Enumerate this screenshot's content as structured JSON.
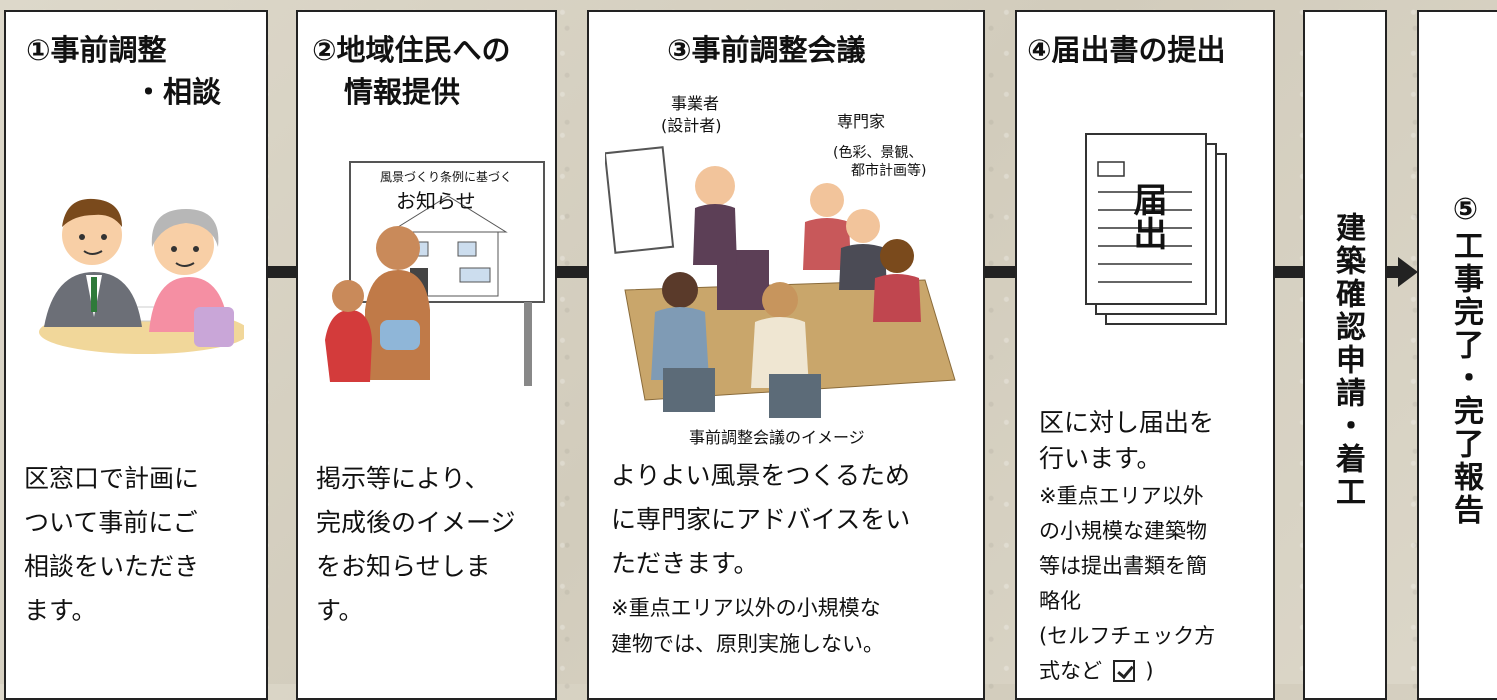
{
  "steps": [
    {
      "title_line1": "①事前調整",
      "title_line2": "・相談",
      "body": [
        "区窓口で計画に",
        "ついて事前にご",
        "相談をいただき",
        "ます。"
      ]
    },
    {
      "title_line1": "②地域住民への",
      "title_line2": "情報提供",
      "sign_top": "風景づくり条例に基づく",
      "sign_main": "お知らせ",
      "body": [
        "掲示等により、",
        "完成後のイメージ",
        "をお知らせしま",
        "す。"
      ]
    },
    {
      "title": "③事前調整会議",
      "label_business_1": "事業者",
      "label_business_2": "(設計者)",
      "label_expert_1": "専門家",
      "label_expert_2": "(色彩、景観、",
      "label_expert_3": "都市計画等)",
      "caption": "事前調整会議のイメージ",
      "body": [
        "よりよい風景をつくるため",
        "に専門家にアドバイスをい",
        "ただきます。"
      ],
      "note": [
        "※重点エリア以外の小規模な",
        "建物では、原則実施しない。"
      ]
    },
    {
      "title": "④届出書の提出",
      "doc_text": "届出",
      "body": [
        "区に対し届出を",
        "行います。"
      ],
      "note": [
        "※重点エリア以外",
        "の小規模な建築物",
        "等は提出書類を簡",
        "略化",
        "(セルフチェック方"
      ],
      "note_last_prefix": "式など",
      "note_last_suffix": ")"
    },
    {
      "title": "建築確認申請・着工"
    },
    {
      "title": "⑤工事完了・完了報告"
    }
  ],
  "colors": {
    "border": "#222222",
    "background": "#d9d4c6",
    "panel": "#ffffff"
  }
}
